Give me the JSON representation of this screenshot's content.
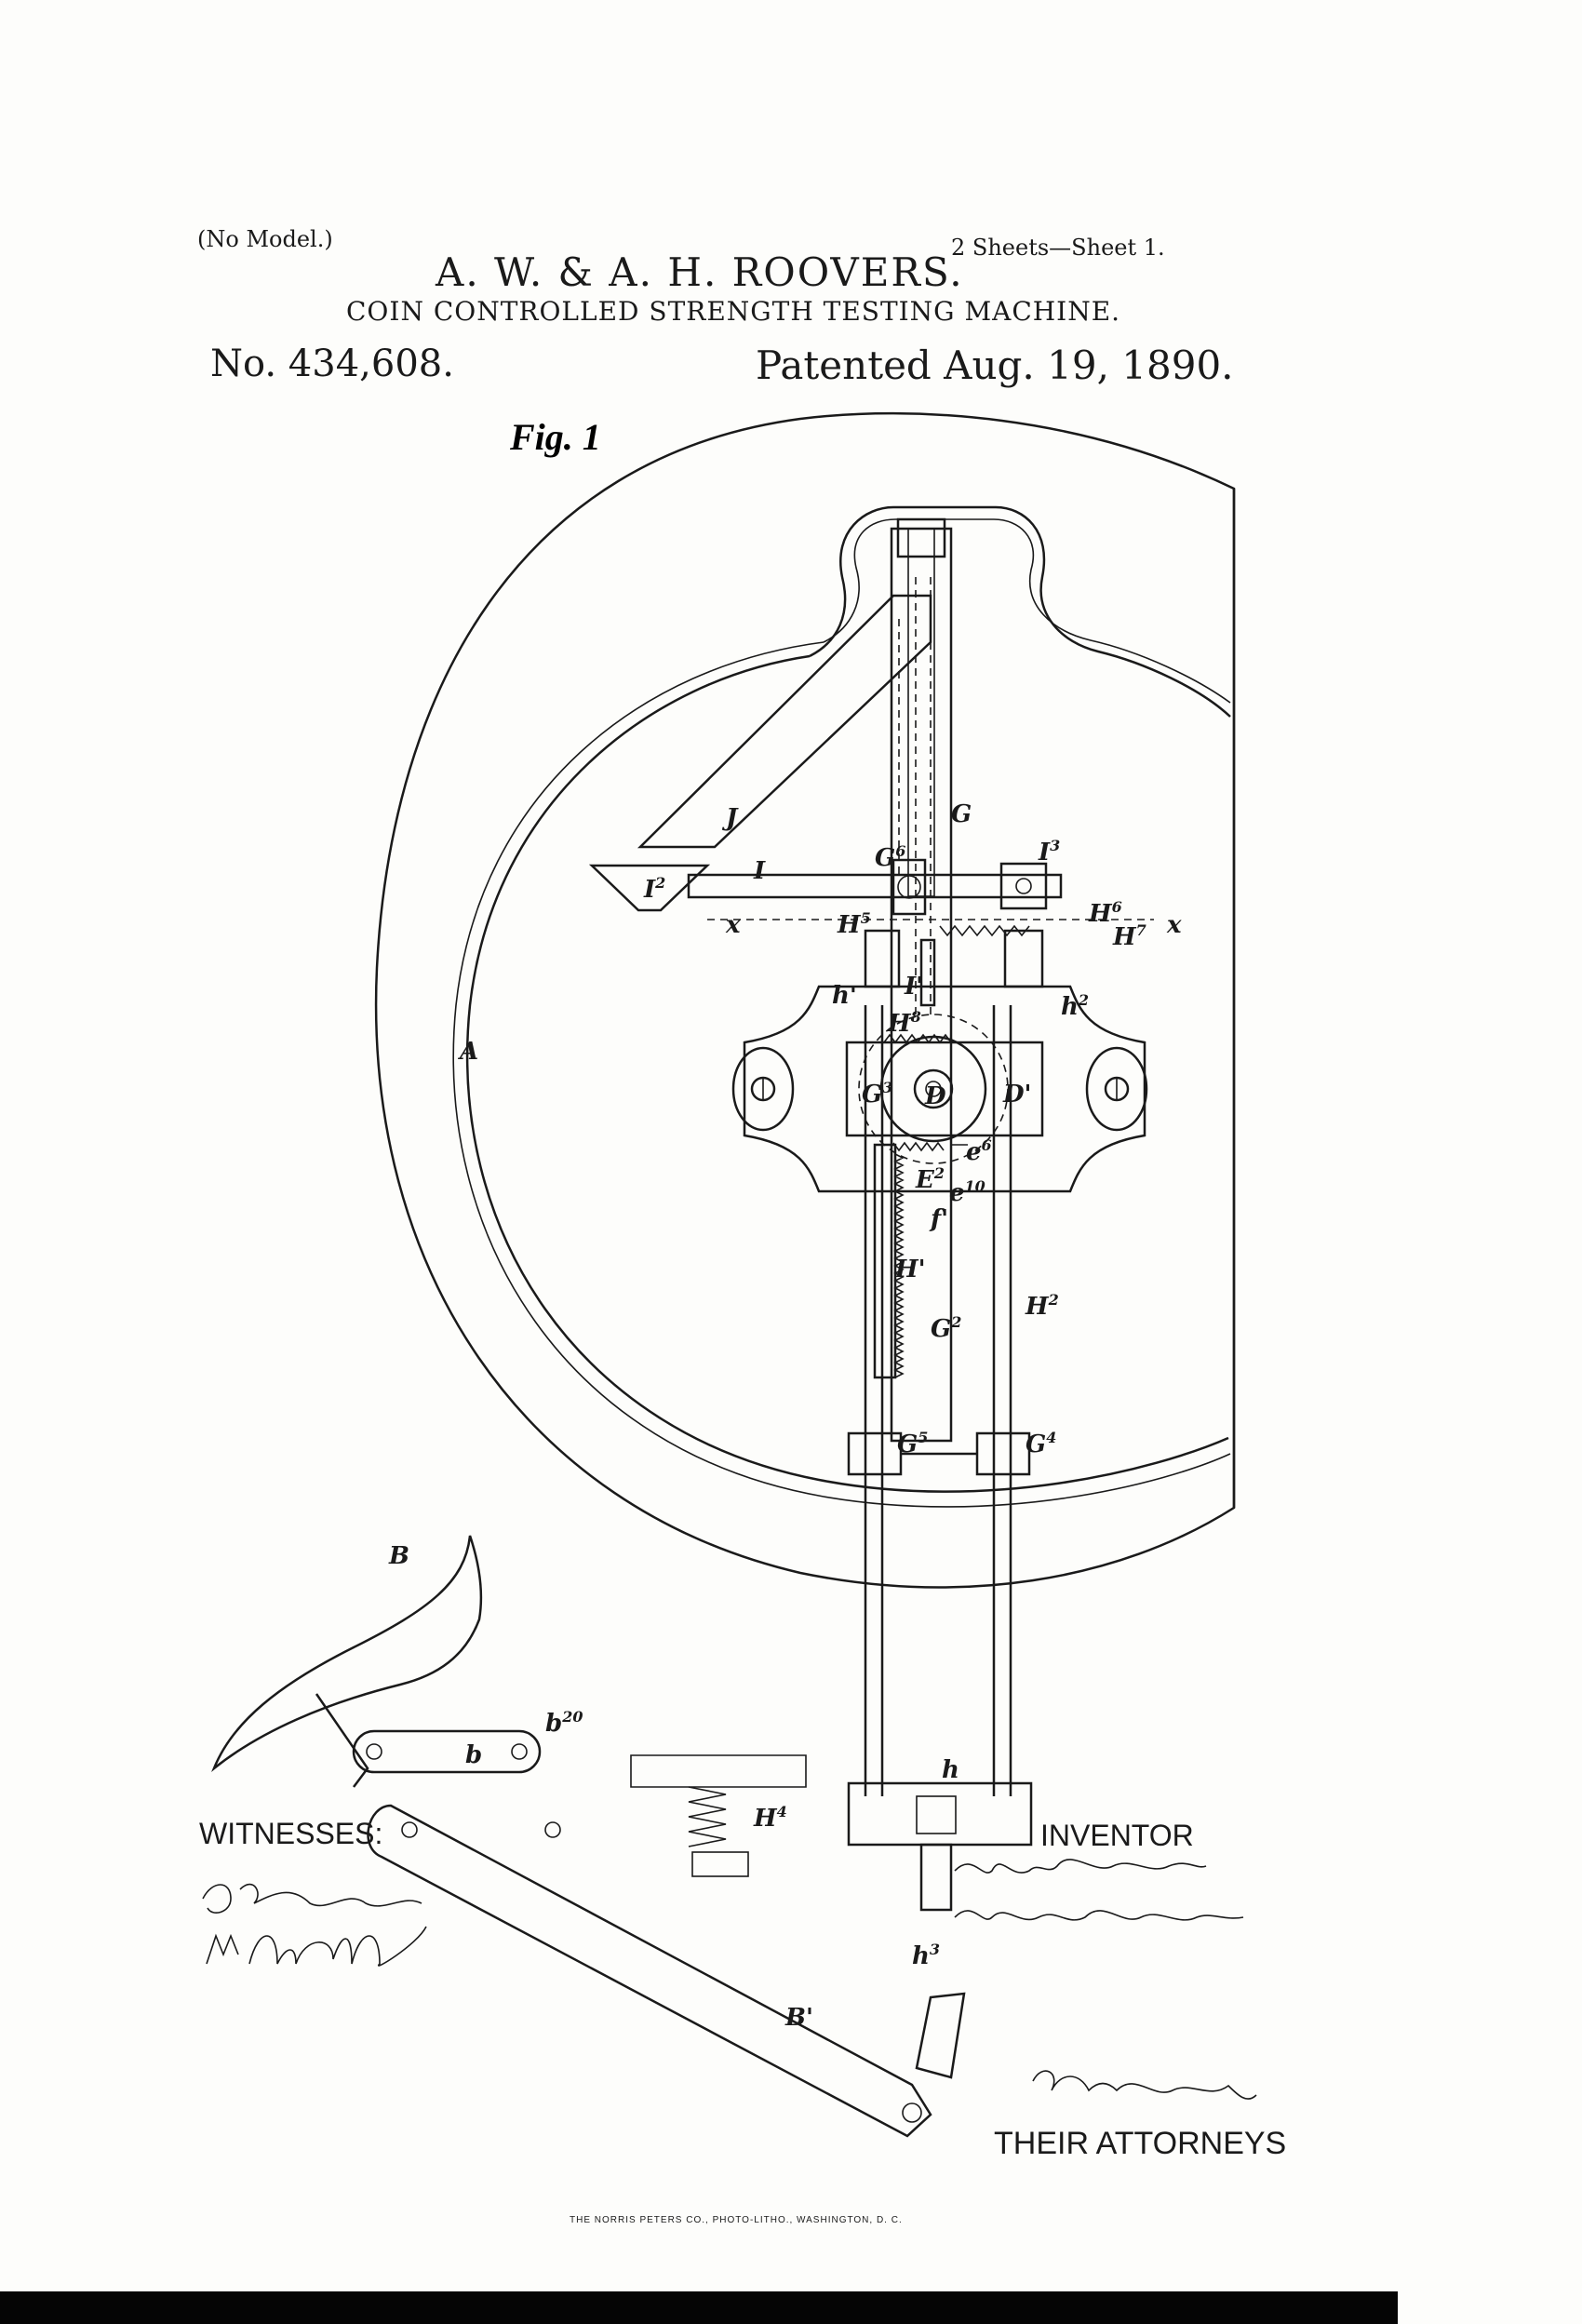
{
  "header": {
    "no_model": "(No Model.)",
    "sheets": "2 Sheets—Sheet 1.",
    "inventors": "A. W. & A. H. ROOVERS.",
    "title": "COIN CONTROLLED STRENGTH TESTING MACHINE.",
    "patent_number": "No. 434,608.",
    "patent_date": "Patented Aug. 19, 1890."
  },
  "figure": {
    "label": "Fig. 1",
    "reference_letters": [
      "A",
      "B",
      "B'",
      "b",
      "b20",
      "J",
      "G",
      "G6",
      "I",
      "I2",
      "I3",
      "I'",
      "x",
      "H5",
      "H6",
      "H7",
      "h'",
      "h2",
      "H8",
      "G3",
      "D",
      "D'",
      "E2",
      "e6",
      "e10",
      "f'",
      "H'",
      "H2",
      "G2",
      "G5",
      "G4",
      "h",
      "h3",
      "H4"
    ]
  },
  "footer": {
    "witnesses_label": "WITNESSES:",
    "inventor_label": "INVENTOR",
    "attorneys_label": "THEIR ATTORNEYS",
    "printer": "THE NORRIS PETERS CO., PHOTO-LITHO., WASHINGTON, D. C."
  }
}
